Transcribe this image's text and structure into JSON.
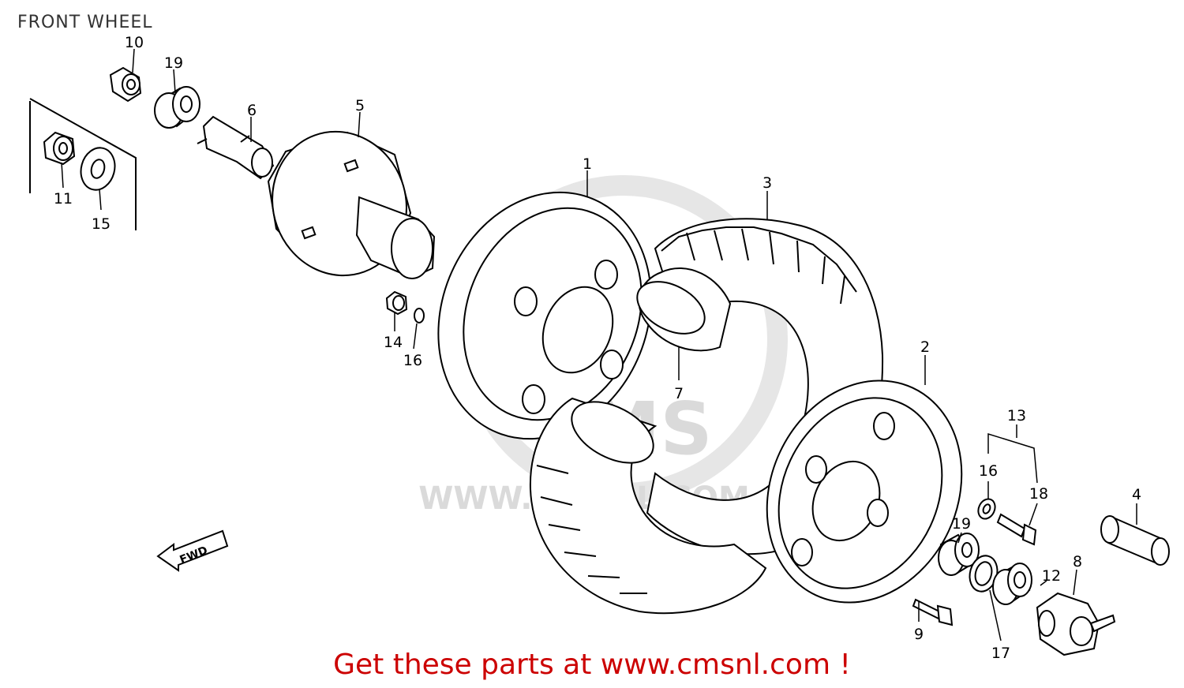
{
  "title": "FRONT WHEEL",
  "watermark": {
    "brand": "CMS",
    "url": "WWW.CMSNL.COM"
  },
  "direction_marker": "FWD",
  "promo": {
    "text": "Get these parts at www.cmsnl.com !",
    "color": "#cc0000"
  },
  "parts": {
    "p1": "1",
    "p2": "2",
    "p3": "3",
    "p4": "4",
    "p5": "5",
    "p6": "6",
    "p7": "7",
    "p8": "8",
    "p9": "9",
    "p10": "10",
    "p11": "11",
    "p12": "12",
    "p13": "13",
    "p14": "14",
    "p15": "15",
    "p16a": "16",
    "p16b": "16",
    "p17": "17",
    "p18": "18",
    "p19a": "19",
    "p19b": "19"
  }
}
